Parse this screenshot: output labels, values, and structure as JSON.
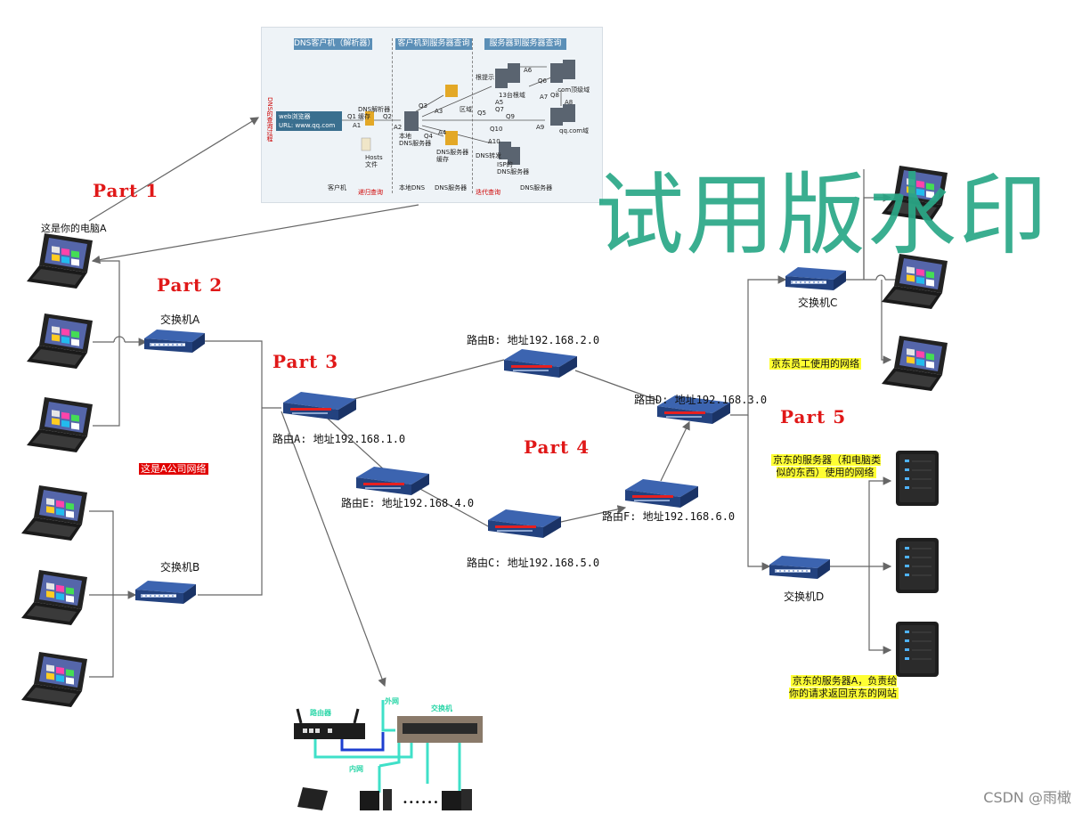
{
  "parts": {
    "part1": "Part 1",
    "part2": "Part 2",
    "part3": "Part 3",
    "part4": "Part 4",
    "part5": "Part 5"
  },
  "labels": {
    "your_pc": "这是你的电脑A",
    "switch_a": "交换机A",
    "switch_b": "交换机B",
    "switch_c": "交换机C",
    "switch_d": "交换机D",
    "router_a": "路由A: 地址192.168.1.0",
    "router_b": "路由B: 地址192.168.2.0",
    "router_c": "路由C: 地址192.168.5.0",
    "router_d": "路由D: 地址192.168.3.0",
    "router_e": "路由E: 地址192.168.4.0",
    "router_f": "路由F: 地址192.168.6.0",
    "company_lan": "这是A公司网络",
    "jd_staff_net": "京东员工使用的网络",
    "jd_server_net": "京东的服务器（和电脑类\n似的东西）使用的网络",
    "jd_server_a": "京东的服务器A，负责给\n你的请求返回京东的网站"
  },
  "dns_figure": {
    "hdr_client": "DNS客户机（解析器）",
    "hdr_c2s": "客户机到服务器查询",
    "hdr_s2s": "服务器到服务器查询",
    "side": "DNS的查询过程",
    "browser_line1": "web浏览器",
    "browser_line2": "URL: www.qq.com",
    "resolver_cache": "DNS解析器\n缓存",
    "hosts_file": "Hosts\n文件",
    "local_dns": "本地\nDNS服务器",
    "dns_cache": "DNS服务器\n缓存",
    "zone": "区域",
    "root_hint": "根提示",
    "root_server": "13台根域",
    "com_domain": ".com顶级域",
    "qq_domain": "qq.com域",
    "dns_forward": "DNS转发",
    "isp_dns": "ISP的\nDNS服务器",
    "foot_client": "客户机",
    "foot_recursive": "递归查询",
    "foot_local": "本地DNS",
    "foot_dnsserver": "DNS服务器",
    "foot_iterative": "迭代查询",
    "foot_dnsserver2": "DNS服务器",
    "q1": "Q1",
    "a1": "A1",
    "q2": "Q2",
    "a2": "A2",
    "q3": "Q3",
    "a3": "A3",
    "q4": "Q4",
    "a4": "A4",
    "q5": "Q5",
    "a5": "A5",
    "q6": "Q6",
    "a6": "A6",
    "q7": "Q7",
    "a7": "A7",
    "q8": "Q8",
    "a8": "A8",
    "q9": "Q9",
    "a9": "A9",
    "q10": "Q10",
    "a10": "A10"
  },
  "home_figure": {
    "router": "路由器",
    "wan": "外网",
    "switch": "交换机",
    "lan": "内网",
    "dots": "••••••"
  },
  "watermark": "试用版水印",
  "credit": "CSDN @雨橄",
  "colors": {
    "part_red": "#e01818",
    "switch_blue": "#2c4f93",
    "watermark_green": "#2aa887",
    "highlight_yellow": "#ffff33"
  }
}
